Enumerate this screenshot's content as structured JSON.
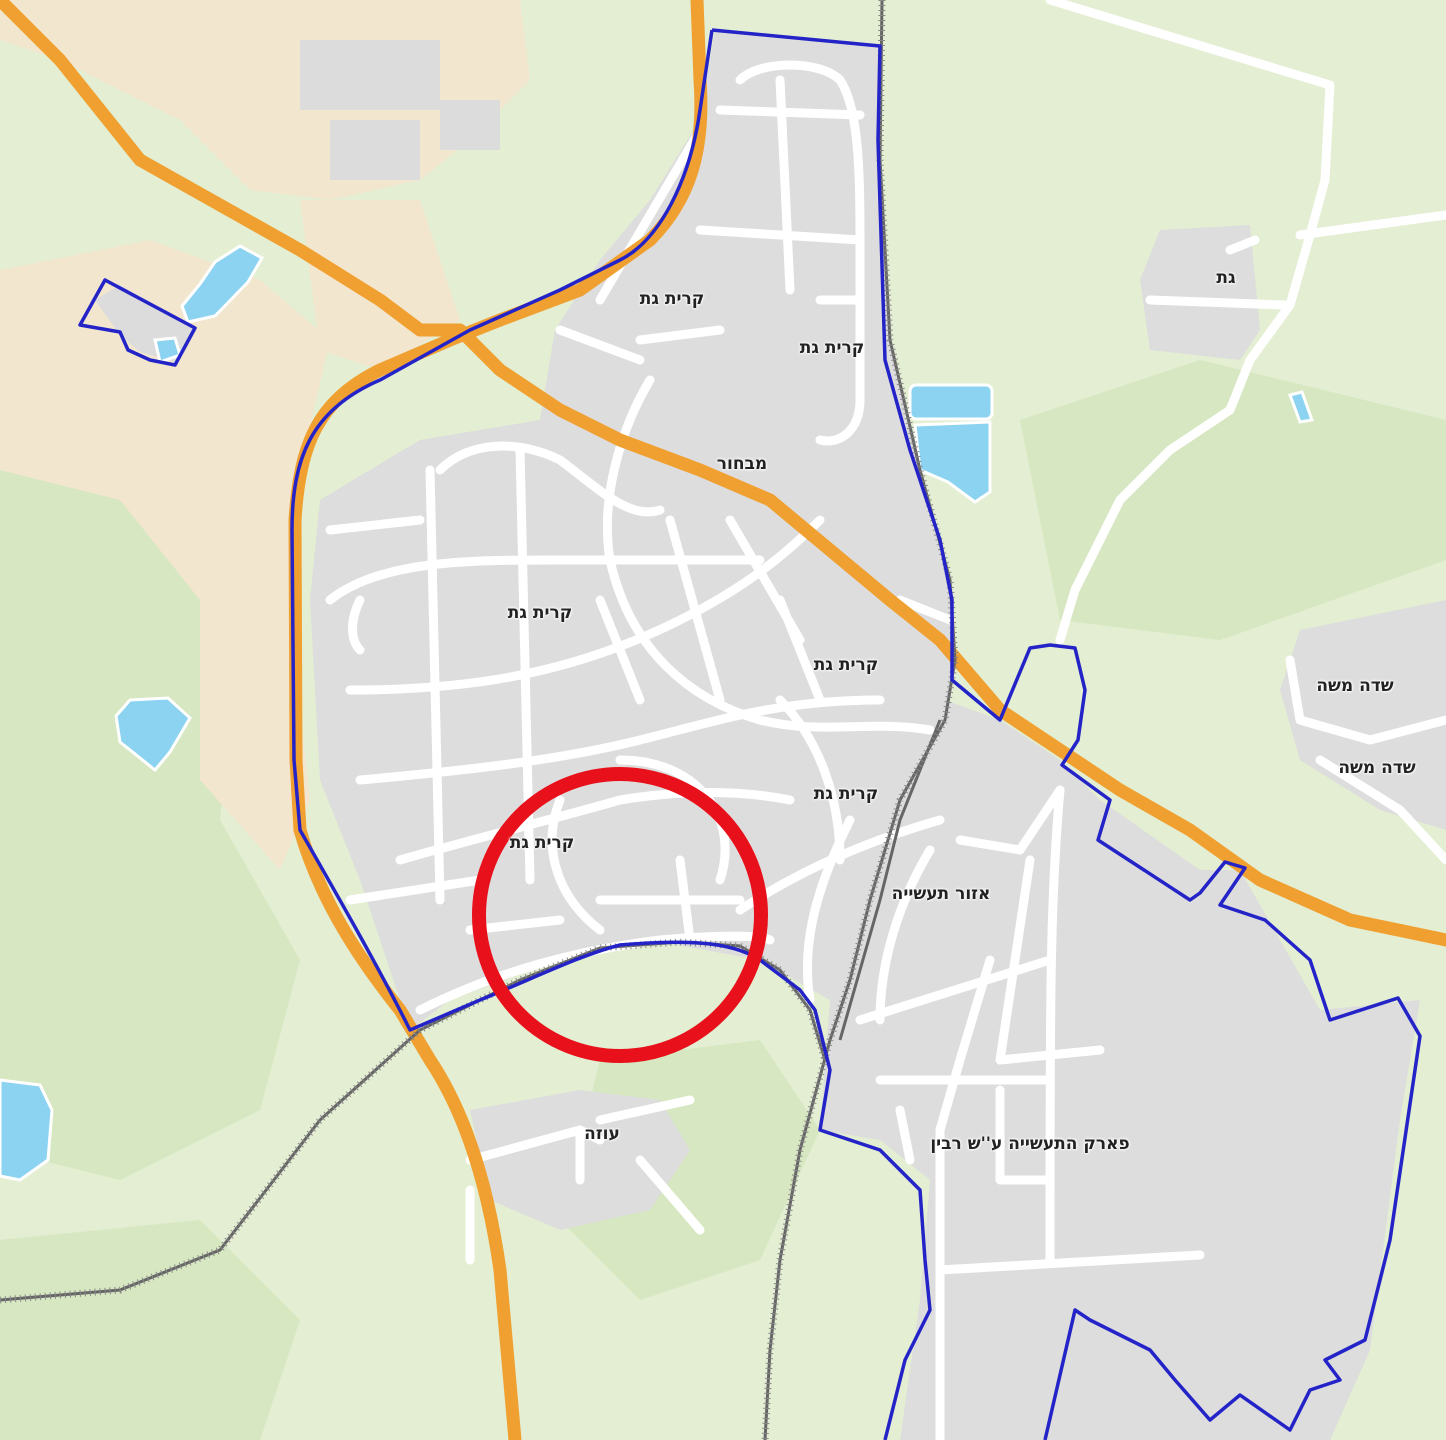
{
  "map": {
    "labels": {
      "kiryat_gat_north": "קרית גת",
      "kiryat_gat_northeast": "קרית גת",
      "mavchor": "מבחור",
      "kiryat_gat_west": "קרית גת",
      "kiryat_gat_east": "קרית גת",
      "kiryat_gat_southeast": "קרית גת",
      "kiryat_gat_south": "קרית גת",
      "industrial_zone": "אזור תעשייה",
      "gat": "גת",
      "sde_moshe_1": "שדה משה",
      "sde_moshe_2": "שדה משה",
      "uza": "עוזה",
      "industrial_park": "פארק התעשייה ע''ש רבין"
    },
    "colors": {
      "land": "#e3eed2",
      "forest": "#d5e6c0",
      "sand": "#f2e6cf",
      "urban": "#dddddd",
      "road_minor": "#ffffff",
      "road_major": "#f0a030",
      "water": "#8cd3f2",
      "boundary": "#2323c8",
      "railway": "#666666",
      "highlight_circle": "#e8101a"
    }
  }
}
